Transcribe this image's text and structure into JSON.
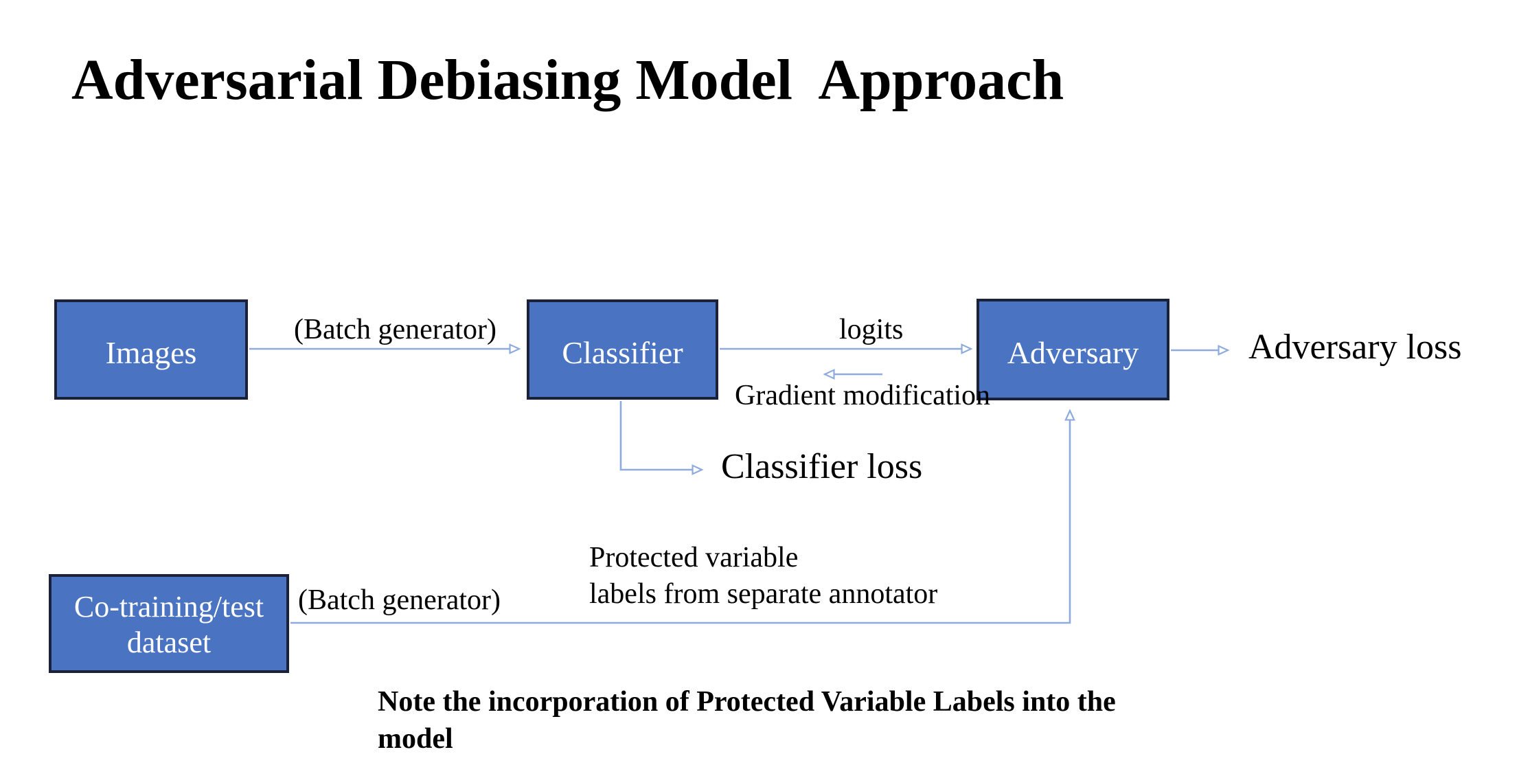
{
  "title": "Adversarial Debiasing Model  Approach",
  "colors": {
    "box_fill": "#4a73c2",
    "box_border": "#1a2138",
    "arrow": "#8faadc",
    "box_text": "#ffffff",
    "text": "#000000",
    "background": "#ffffff"
  },
  "boxes": {
    "images": {
      "label": "Images"
    },
    "classifier": {
      "label": "Classifier"
    },
    "adversary": {
      "label": "Adversary"
    },
    "cotraining": {
      "label": "Co-training/test dataset"
    }
  },
  "labels": {
    "batch_generator_top": "(Batch generator)",
    "logits": "logits",
    "gradient_modification": "Gradient modification",
    "adversary_loss": "Adversary loss",
    "classifier_loss": "Classifier loss",
    "batch_generator_bottom": "(Batch generator)",
    "protected_variable": {
      "line1": "Protected variable",
      "line2": "labels from separate annotator"
    },
    "note": {
      "line1": "Note the incorporation of Protected Variable Labels into the",
      "line2": "model"
    }
  },
  "arrows": [
    {
      "name": "images-to-classifier",
      "caption": "(Batch generator)"
    },
    {
      "name": "classifier-to-adversary",
      "caption": "logits"
    },
    {
      "name": "adversary-to-classifier-gradient",
      "caption": "Gradient modification"
    },
    {
      "name": "adversary-to-adversary-loss",
      "caption": "Adversary loss"
    },
    {
      "name": "classifier-to-classifier-loss",
      "caption": "Classifier loss"
    },
    {
      "name": "cotraining-to-adversary",
      "caption": "Protected variable labels from separate annotator"
    }
  ]
}
